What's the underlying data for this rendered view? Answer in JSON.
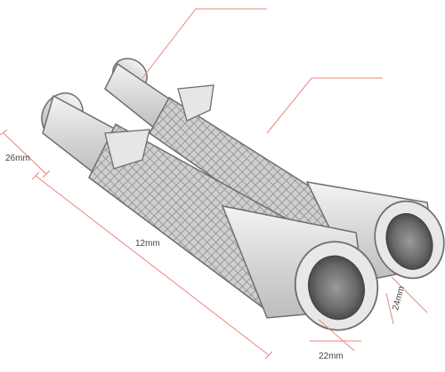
{
  "dimensions": {
    "outer_diameter": "26mm",
    "length": "12mm",
    "inner_diameter_front": "22mm",
    "inner_diameter_back": "24mm"
  },
  "colors": {
    "dimension_line": "#e8857b",
    "outline": "#6e6e6e",
    "body": "#d9d9d9",
    "knurl": "#8c8c8c",
    "dark_inner": "#555555"
  }
}
